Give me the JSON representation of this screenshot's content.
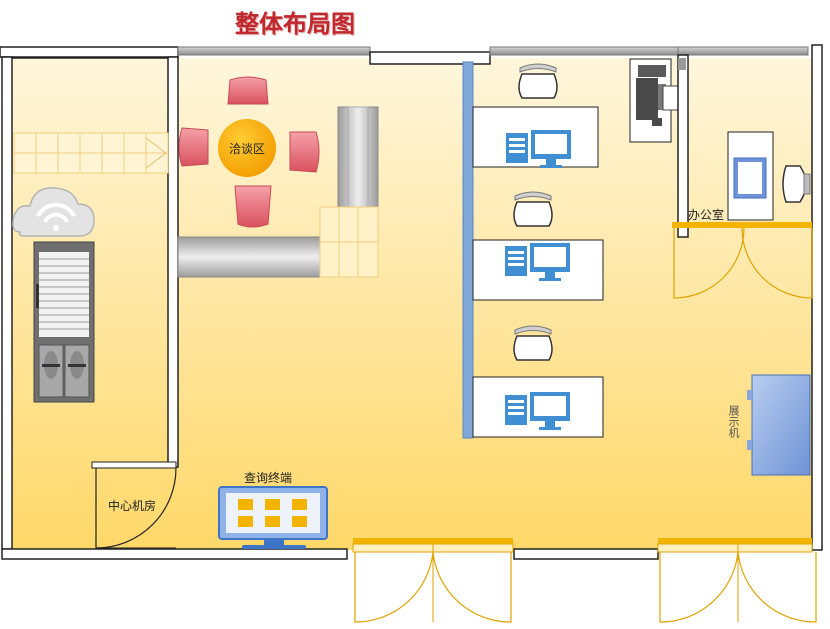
{
  "title": "整体布局图",
  "labels": {
    "meeting_area": "洽谈区",
    "office": "办公室",
    "server_room": "中心机房",
    "query_terminal": "查询终端",
    "display_machine": "展示机"
  },
  "colors": {
    "title": "#c0282d",
    "floor_top": "#fff3d2",
    "floor_bottom": "#ffd968",
    "wall": "#9a9a9a",
    "glass_partition": "#7fa7d8",
    "door_track": "#f3b400",
    "meeting_table": "#f7a900",
    "chair_red": "#e87882",
    "computer_blue": "#3f8fd2"
  },
  "icons": [
    "cloud-wifi-icon",
    "server-rack-icon",
    "printer-icon",
    "computer-icon",
    "chair-icon",
    "monitor-icon",
    "query-terminal-icon",
    "display-machine-icon"
  ]
}
